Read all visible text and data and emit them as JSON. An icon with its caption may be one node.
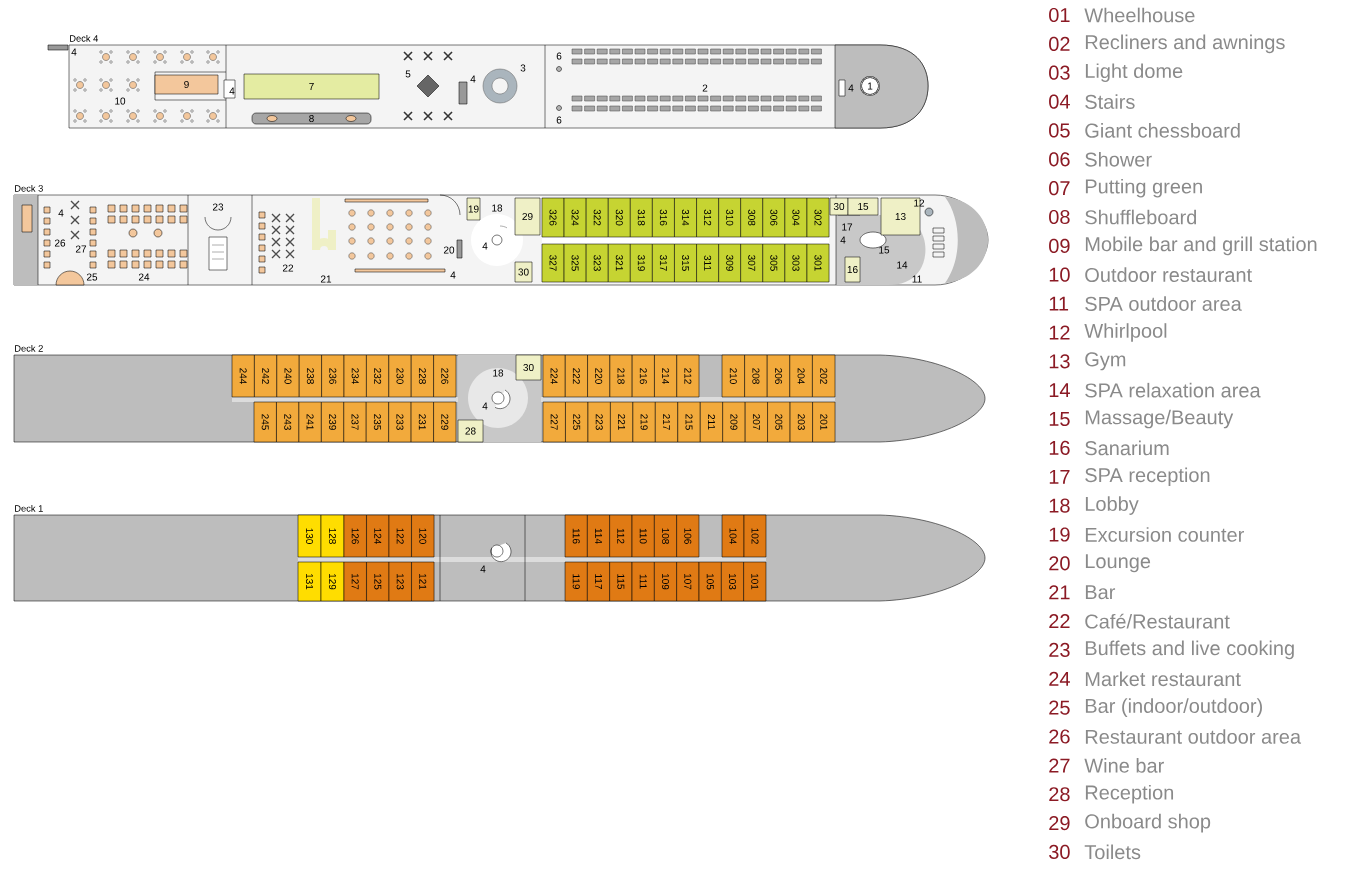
{
  "diagram": {
    "nodes": [
      {
        "text": [
          "Deck 4"
        ]
      },
      {
        "text": [
          "9"
        ],
        "in": 0
      },
      {
        "text": [
          "7"
        ],
        "in": 0
      },
      {
        "text": [
          "8"
        ],
        "in": 0
      },
      {
        "text": [
          "1"
        ],
        "in": 0
      },
      {
        "text": [
          "Deck 3"
        ]
      },
      {
        "text": [
          "19"
        ],
        "in": 5
      },
      {
        "text": [
          "29"
        ],
        "in": 5
      },
      {
        "text": [
          "30"
        ],
        "in": 5
      },
      {
        "text": [
          "30"
        ],
        "in": 5
      },
      {
        "text": [
          "15"
        ],
        "in": 5
      },
      {
        "text": [
          "13"
        ],
        "in": 5
      },
      {
        "text": [
          "16"
        ],
        "in": 5
      },
      {
        "text": [
          "326"
        ],
        "in": 5
      },
      {
        "text": [
          "324"
        ],
        "in": 5
      },
      {
        "text": [
          "322"
        ],
        "in": 5
      },
      {
        "text": [
          "320"
        ],
        "in": 5
      },
      {
        "text": [
          "318"
        ],
        "in": 5
      },
      {
        "text": [
          "316"
        ],
        "in": 5
      },
      {
        "text": [
          "314"
        ],
        "in": 5
      },
      {
        "text": [
          "312"
        ],
        "in": 5
      },
      {
        "text": [
          "310"
        ],
        "in": 5
      },
      {
        "text": [
          "308"
        ],
        "in": 5
      },
      {
        "text": [
          "306"
        ],
        "in": 5
      },
      {
        "text": [
          "304"
        ],
        "in": 5
      },
      {
        "text": [
          "302"
        ],
        "in": 5
      },
      {
        "text": [
          "327"
        ],
        "in": 5
      },
      {
        "text": [
          "325"
        ],
        "in": 5
      },
      {
        "text": [
          "323"
        ],
        "in": 5
      },
      {
        "text": [
          "321"
        ],
        "in": 5
      },
      {
        "text": [
          "319"
        ],
        "in": 5
      },
      {
        "text": [
          "317"
        ],
        "in": 5
      },
      {
        "text": [
          "315"
        ],
        "in": 5
      },
      {
        "text": [
          "311"
        ],
        "in": 5
      },
      {
        "text": [
          "309"
        ],
        "in": 5
      },
      {
        "text": [
          "307"
        ],
        "in": 5
      },
      {
        "text": [
          "305"
        ],
        "in": 5
      },
      {
        "text": [
          "303"
        ],
        "in": 5
      },
      {
        "text": [
          "301"
        ],
        "in": 5
      },
      {
        "text": [
          "Deck 2"
        ]
      },
      {
        "text": [
          "30"
        ],
        "in": 39
      },
      {
        "text": [
          "28"
        ],
        "in": 39
      },
      {
        "text": [
          "244"
        ],
        "in": 39
      },
      {
        "text": [
          "242"
        ],
        "in": 39
      },
      {
        "text": [
          "240"
        ],
        "in": 39
      },
      {
        "text": [
          "238"
        ],
        "in": 39
      },
      {
        "text": [
          "236"
        ],
        "in": 39
      },
      {
        "text": [
          "234"
        ],
        "in": 39
      },
      {
        "text": [
          "232"
        ],
        "in": 39
      },
      {
        "text": [
          "230"
        ],
        "in": 39
      },
      {
        "text": [
          "228"
        ],
        "in": 39
      },
      {
        "text": [
          "226"
        ],
        "in": 39
      },
      {
        "text": [
          "224"
        ],
        "in": 39
      },
      {
        "text": [
          "222"
        ],
        "in": 39
      },
      {
        "text": [
          "220"
        ],
        "in": 39
      },
      {
        "text": [
          "218"
        ],
        "in": 39
      },
      {
        "text": [
          "216"
        ],
        "in": 39
      },
      {
        "text": [
          "214"
        ],
        "in": 39
      },
      {
        "text": [
          "212"
        ],
        "in": 39
      },
      {
        "text": [
          "210"
        ],
        "in": 39
      },
      {
        "text": [
          "208"
        ],
        "in": 39
      },
      {
        "text": [
          "206"
        ],
        "in": 39
      },
      {
        "text": [
          "204"
        ],
        "in": 39
      },
      {
        "text": [
          "202"
        ],
        "in": 39
      },
      {
        "text": [
          "245"
        ],
        "in": 39
      },
      {
        "text": [
          "243"
        ],
        "in": 39
      },
      {
        "text": [
          "241"
        ],
        "in": 39
      },
      {
        "text": [
          "239"
        ],
        "in": 39
      },
      {
        "text": [
          "237"
        ],
        "in": 39
      },
      {
        "text": [
          "235"
        ],
        "in": 39
      },
      {
        "text": [
          "233"
        ],
        "in": 39
      },
      {
        "text": [
          "231"
        ],
        "in": 39
      },
      {
        "text": [
          "229"
        ],
        "in": 39
      },
      {
        "text": [
          "227"
        ],
        "in": 39
      },
      {
        "text": [
          "225"
        ],
        "in": 39
      },
      {
        "text": [
          "223"
        ],
        "in": 39
      },
      {
        "text": [
          "221"
        ],
        "in": 39
      },
      {
        "text": [
          "219"
        ],
        "in": 39
      },
      {
        "text": [
          "217"
        ],
        "in": 39
      },
      {
        "text": [
          "215"
        ],
        "in": 39
      },
      {
        "text": [
          "211"
        ],
        "in": 39
      },
      {
        "text": [
          "209"
        ],
        "in": 39
      },
      {
        "text": [
          "207"
        ],
        "in": 39
      },
      {
        "text": [
          "205"
        ],
        "in": 39
      },
      {
        "text": [
          "203"
        ],
        "in": 39
      },
      {
        "text": [
          "201"
        ],
        "in": 39
      },
      {
        "text": [
          "Deck 1"
        ]
      },
      {
        "text": [
          "130"
        ],
        "in": 86
      },
      {
        "text": [
          "128"
        ],
        "in": 86
      },
      {
        "text": [
          "126"
        ],
        "in": 86
      },
      {
        "text": [
          "124"
        ],
        "in": 86
      },
      {
        "text": [
          "122"
        ],
        "in": 86
      },
      {
        "text": [
          "120"
        ],
        "in": 86
      },
      {
        "text": [
          "116"
        ],
        "in": 86
      },
      {
        "text": [
          "114"
        ],
        "in": 86
      },
      {
        "text": [
          "112"
        ],
        "in": 86
      },
      {
        "text": [
          "110"
        ],
        "in": 86
      },
      {
        "text": [
          "108"
        ],
        "in": 86
      },
      {
        "text": [
          "106"
        ],
        "in": 86
      },
      {
        "text": [
          "104"
        ],
        "in": 86
      },
      {
        "text": [
          "102"
        ],
        "in": 86
      },
      {
        "text": [
          "131"
        ],
        "in": 86
      },
      {
        "text": [
          "129"
        ],
        "in": 86
      },
      {
        "text": [
          "127"
        ],
        "in": 86
      },
      {
        "text": [
          "125"
        ],
        "in": 86
      },
      {
        "text": [
          "123"
        ],
        "in": 86
      },
      {
        "text": [
          "121"
        ],
        "in": 86
      },
      {
        "text": [
          "119"
        ],
        "in": 86
      },
      {
        "text": [
          "117"
        ],
        "in": 86
      },
      {
        "text": [
          "115"
        ],
        "in": 86
      },
      {
        "text": [
          "111"
        ],
        "in": 86
      },
      {
        "text": [
          "109"
        ],
        "in": 86
      },
      {
        "text": [
          "107"
        ],
        "in": 86
      },
      {
        "text": [
          "105"
        ],
        "in": 86
      },
      {
        "text": [
          "103"
        ],
        "in": 86
      },
      {
        "text": [
          "101"
        ],
        "in": 86
      }
    ],
    "labels": [
      "4",
      "10",
      "4",
      "5",
      "4",
      "3",
      "2",
      "6",
      "6",
      "4",
      "4",
      "26",
      "27",
      "25",
      "24",
      "23",
      "22",
      "21",
      "20",
      "4",
      "18",
      "4",
      "17",
      "4",
      "15",
      "14",
      "11",
      "12",
      "18",
      "4",
      "4",
      "01",
      "Wheelhouse",
      "02",
      "Recliners and awnings",
      "03",
      "Light dome",
      "04",
      "Stairs",
      "05",
      "Giant chessboard",
      "06",
      "Shower",
      "07",
      "Putting green",
      "08",
      "Shuffleboard",
      "09",
      "Mobile bar and grill station",
      "10",
      "Outdoor restaurant",
      "11",
      "SPA outdoor area",
      "12",
      "Whirlpool",
      "13",
      "Gym",
      "14",
      "SPA relaxation area",
      "15",
      "Massage/Beauty",
      "16",
      "Sanarium",
      "17",
      "SPA reception",
      "18",
      "Lobby",
      "19",
      "Excursion counter",
      "20",
      "Lounge",
      "21",
      "Bar",
      "22",
      "Café/Restaurant",
      "23",
      "Buffets and live cooking",
      "24",
      "Market restaurant",
      "25",
      "Bar (indoor/outdoor)",
      "26",
      "Restaurant outdoor area",
      "27",
      "Wine bar",
      "28",
      "Reception",
      "29",
      "Onboard shop",
      "30",
      "Toilets"
    ]
  }
}
